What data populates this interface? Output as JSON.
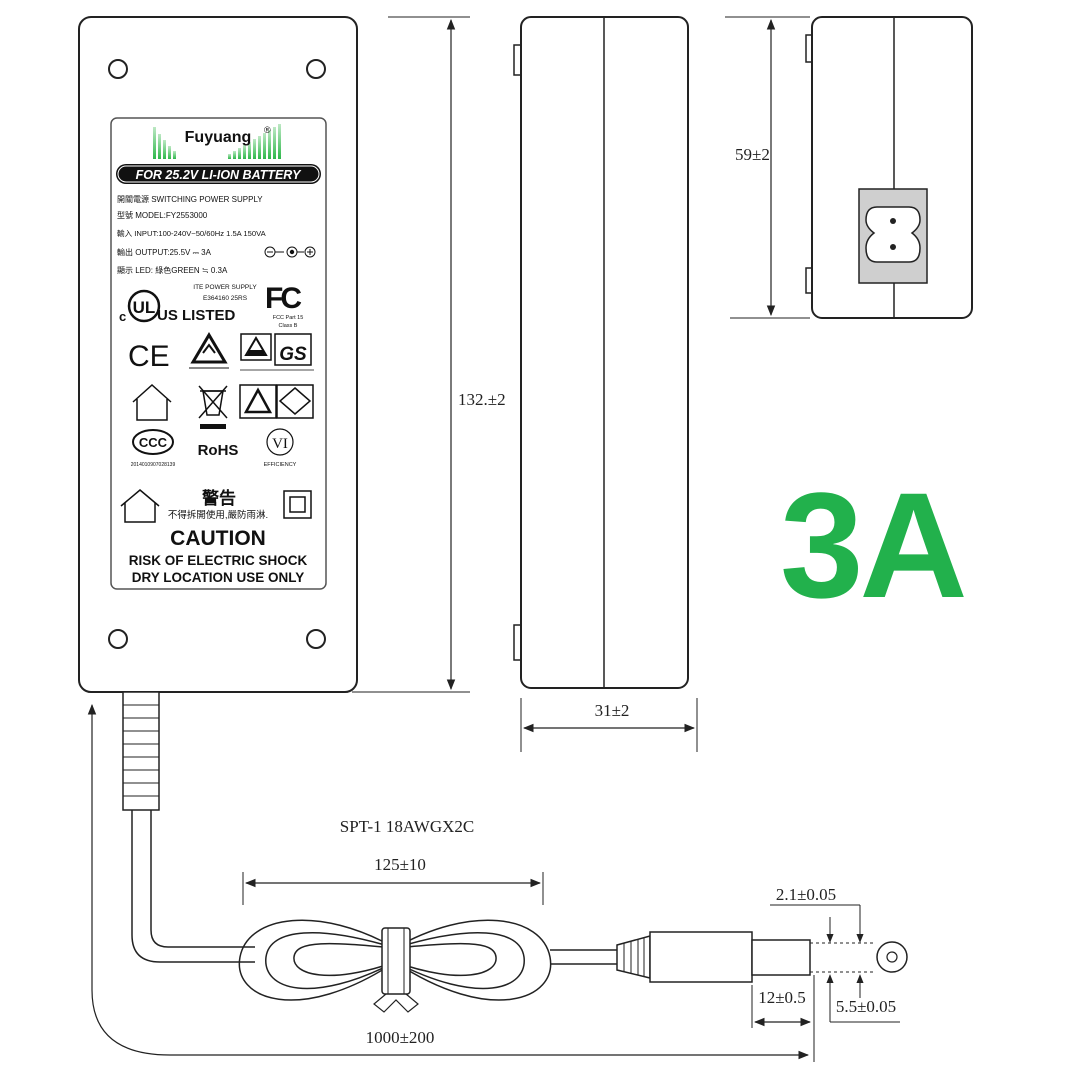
{
  "label": {
    "brand": "Fuyuang",
    "brand_mark": "®",
    "banner": "FOR 25.2V LI-ION BATTERY",
    "lines": [
      "開關電源  SWITCHING POWER SUPPLY",
      "型號 MODEL:FY2553000",
      "輸入 INPUT:100-240V~50/60Hz 1.5A 150VA",
      "輸出 OUTPUT:25.5V ⎓ 3A",
      "顯示 LED: 綠色GREEN ≒ 0.3A"
    ],
    "ul_text": "US LISTED",
    "ul_c": "c",
    "ul_mark": "UL",
    "ite_line1": "ITE POWER SUPPLY",
    "ite_line2": "E364160 25RS",
    "fcc_mark": "FC",
    "fcc_line1": "FCC Part 15",
    "fcc_line2": "Class B",
    "ce_mark": "CE",
    "gs_mark": "GS",
    "rohs": "RoHS",
    "ccc_mark": "CCC",
    "ccc_code": "2014010907028139",
    "vi_mark": "VI",
    "efficiency": "EFFICIENCY",
    "warning_title": "警告",
    "warning_text": "不得拆開使用,嚴防雨淋.",
    "caution": "CAUTION",
    "risk": "RISK OF ELECTRIC SHOCK",
    "dry": "DRY LOCATION USE ONLY"
  },
  "dimensions": {
    "length": "132.±2",
    "height": "59±2",
    "thickness": "31±2",
    "cable_type": "SPT-1 18AWGX2C",
    "coil": "125±10",
    "cable_length": "1000±200",
    "pin_id": "2.1±0.05",
    "plug_length": "12±0.5",
    "plug_od": "5.5±0.05"
  },
  "current_badge": "3A",
  "colors": {
    "badge": "#22b14c",
    "line": "#222222",
    "label_border": "#555555"
  }
}
